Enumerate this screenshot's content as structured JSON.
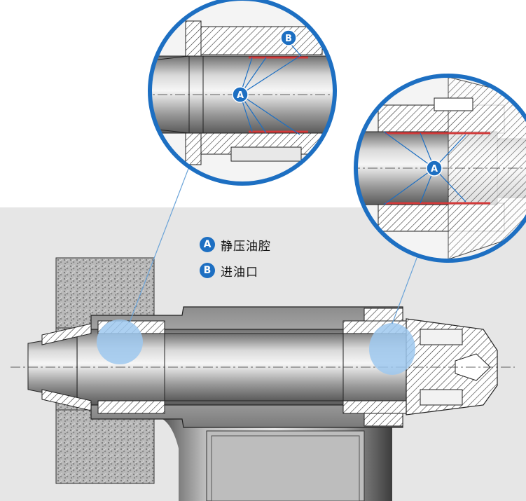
{
  "legend": [
    {
      "marker": "A",
      "label": "静压油腔"
    },
    {
      "marker": "B",
      "label": "进油口"
    }
  ],
  "callouts": {
    "left_detail": {
      "markers": [
        "A",
        "B"
      ]
    },
    "right_detail": {
      "markers": [
        "A"
      ]
    }
  },
  "colors": {
    "accent": "#1d6fc2",
    "detail_fill": "#9ec8ee",
    "oil_film": "#d23a3a",
    "background_lower": "#e6e6e6"
  }
}
